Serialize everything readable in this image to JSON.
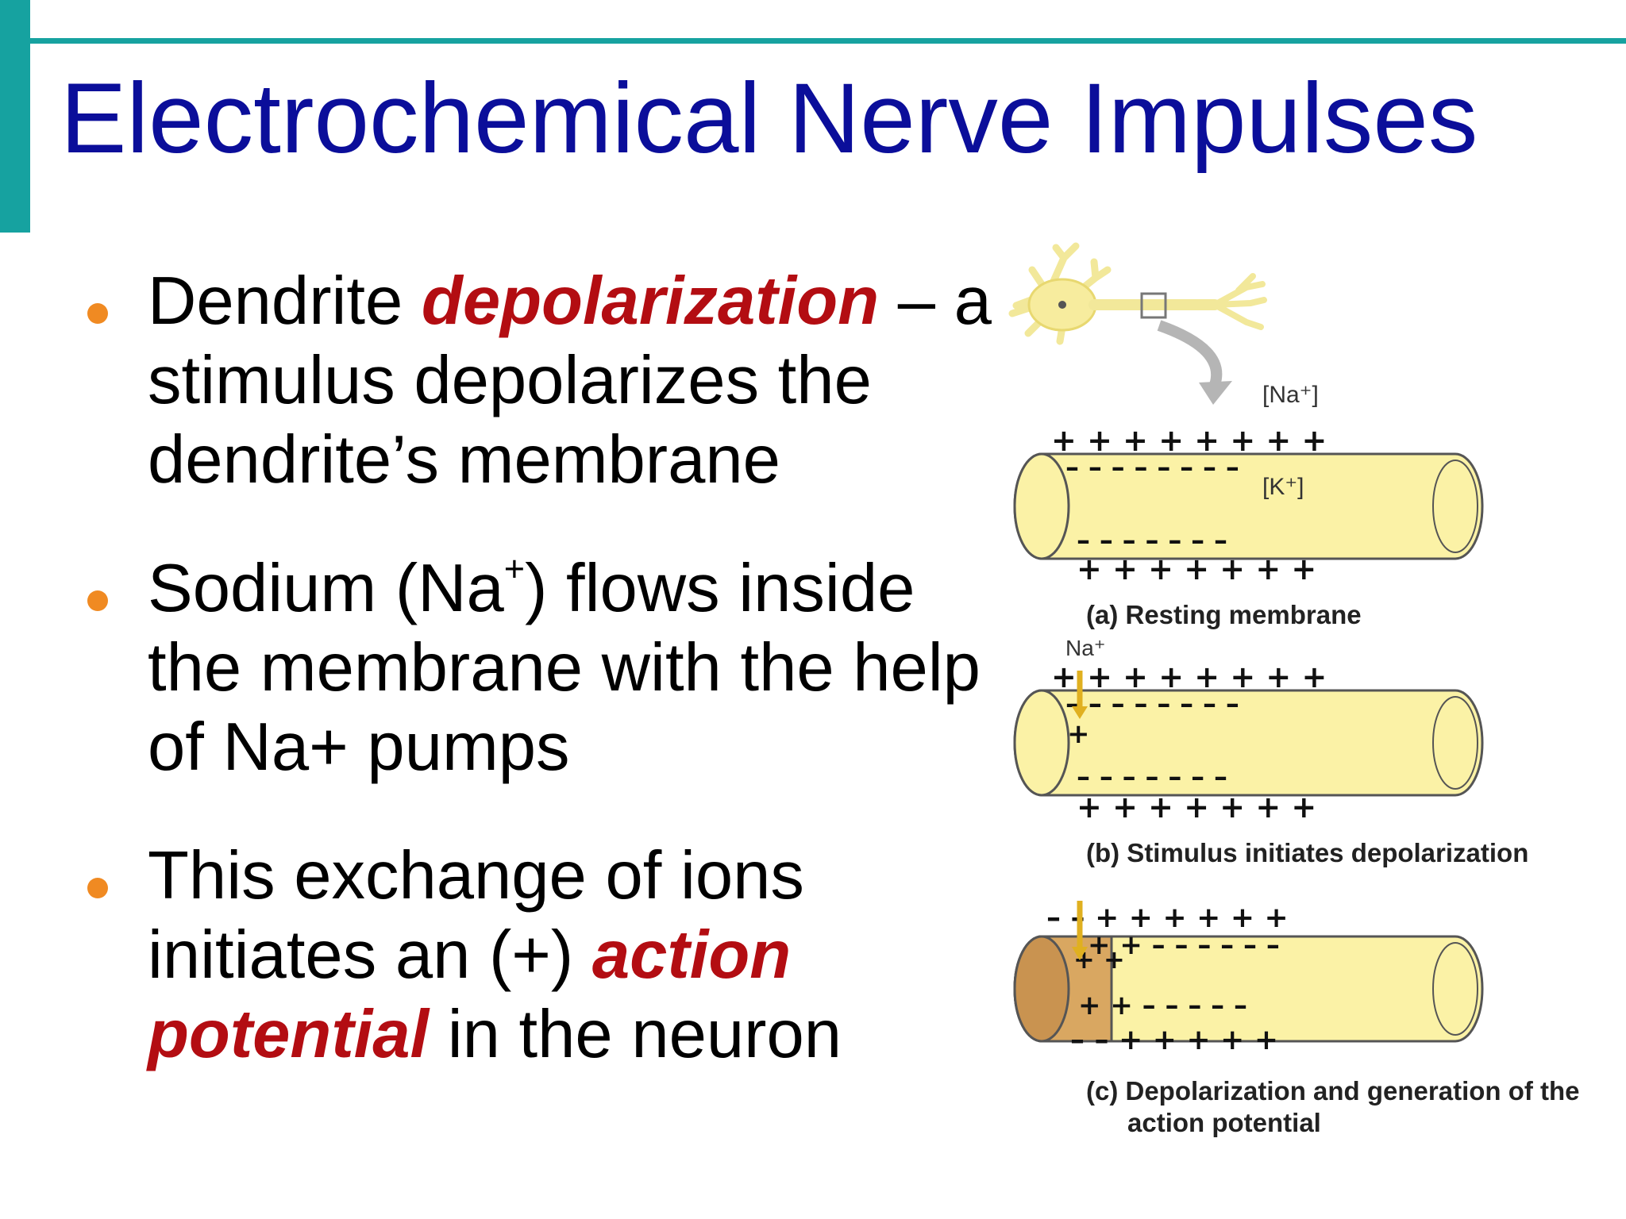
{
  "slide": {
    "title": "Electrochemical Nerve Impulses",
    "bullets": [
      {
        "pre": "Dendrite ",
        "emphasis": "depolarization",
        "post": " – a stimulus depolarizes the dendrite’s membrane"
      },
      {
        "pre": "Sodium (Na",
        "sup": "+",
        "post": ") flows inside the membrane with the help of Na+ pumps"
      },
      {
        "pre": "This exchange of ions initiates an (+) ",
        "emphasis": "action potential",
        "post": " in the neuron"
      }
    ]
  },
  "figure": {
    "na_label": "[Na⁺]",
    "k_label": "[K⁺]",
    "na_ion_label": "Na⁺",
    "caption_a": "(a) Resting membrane",
    "caption_b": "(b) Stimulus initiates depolarization",
    "caption_c1": "(c) Depolarization and generation of the",
    "caption_c2": "action potential"
  },
  "colors": {
    "teal_accent": "#16a2a0",
    "title_blue": "#0b0e9a",
    "emphasis_red": "#b30d12",
    "bullet_orange": "#f08a22",
    "membrane_yellow": "#fbf2a6",
    "depolarized_tan": "#d9a761"
  }
}
